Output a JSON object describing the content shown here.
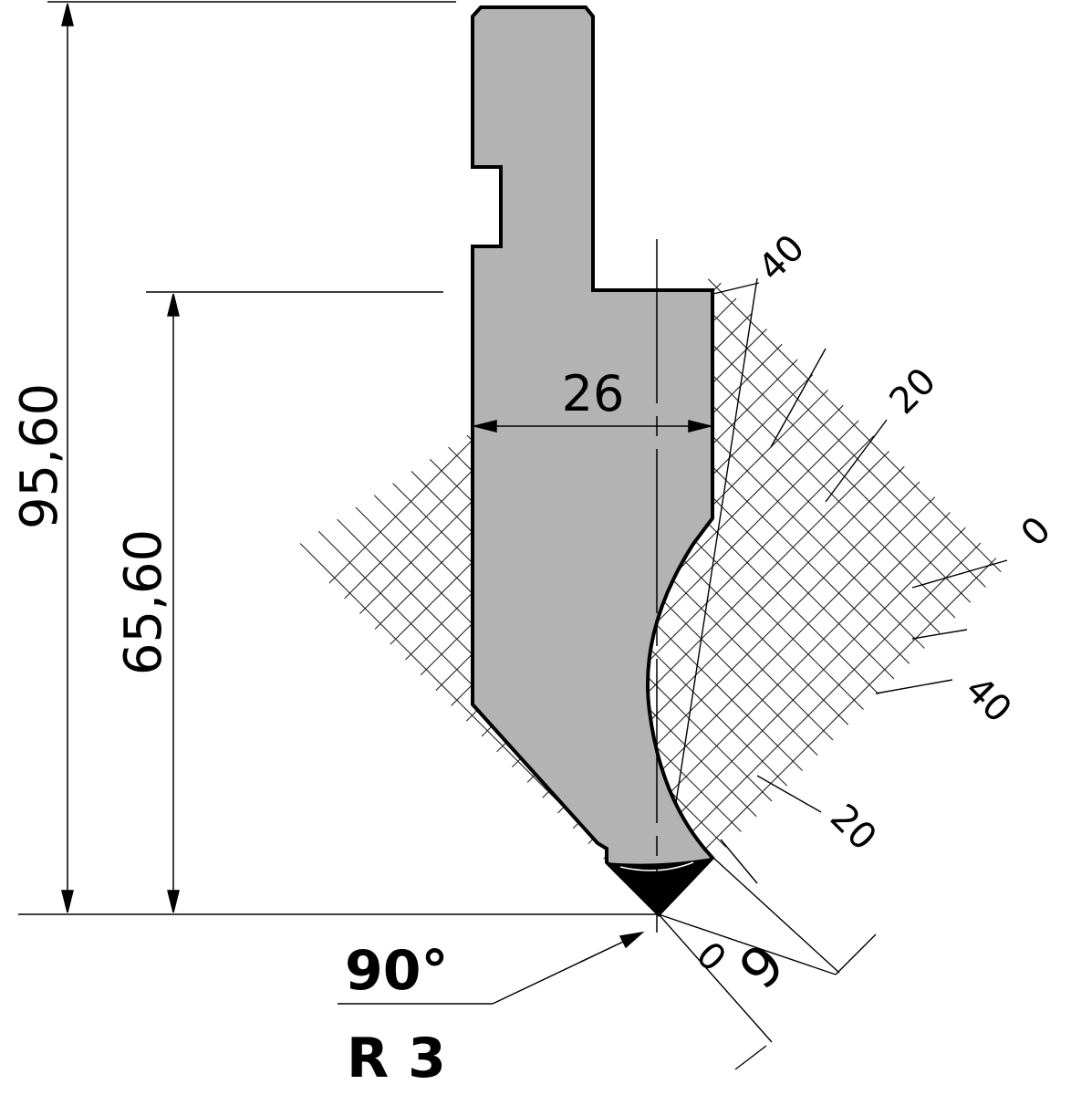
{
  "dimensions": {
    "total_height": "95,60",
    "working_height": "65,60",
    "body_width": "26"
  },
  "tip": {
    "angle": "90°",
    "radius": "R 3"
  },
  "grid_scale_upper": [
    "40",
    "20",
    "0"
  ],
  "grid_scale_lower": [
    "40",
    "20",
    "0"
  ],
  "depth_dimension": "9",
  "colors": {
    "punch_fill": "#b3b3b3",
    "outline": "#000000",
    "tip_fill": "#000000"
  }
}
